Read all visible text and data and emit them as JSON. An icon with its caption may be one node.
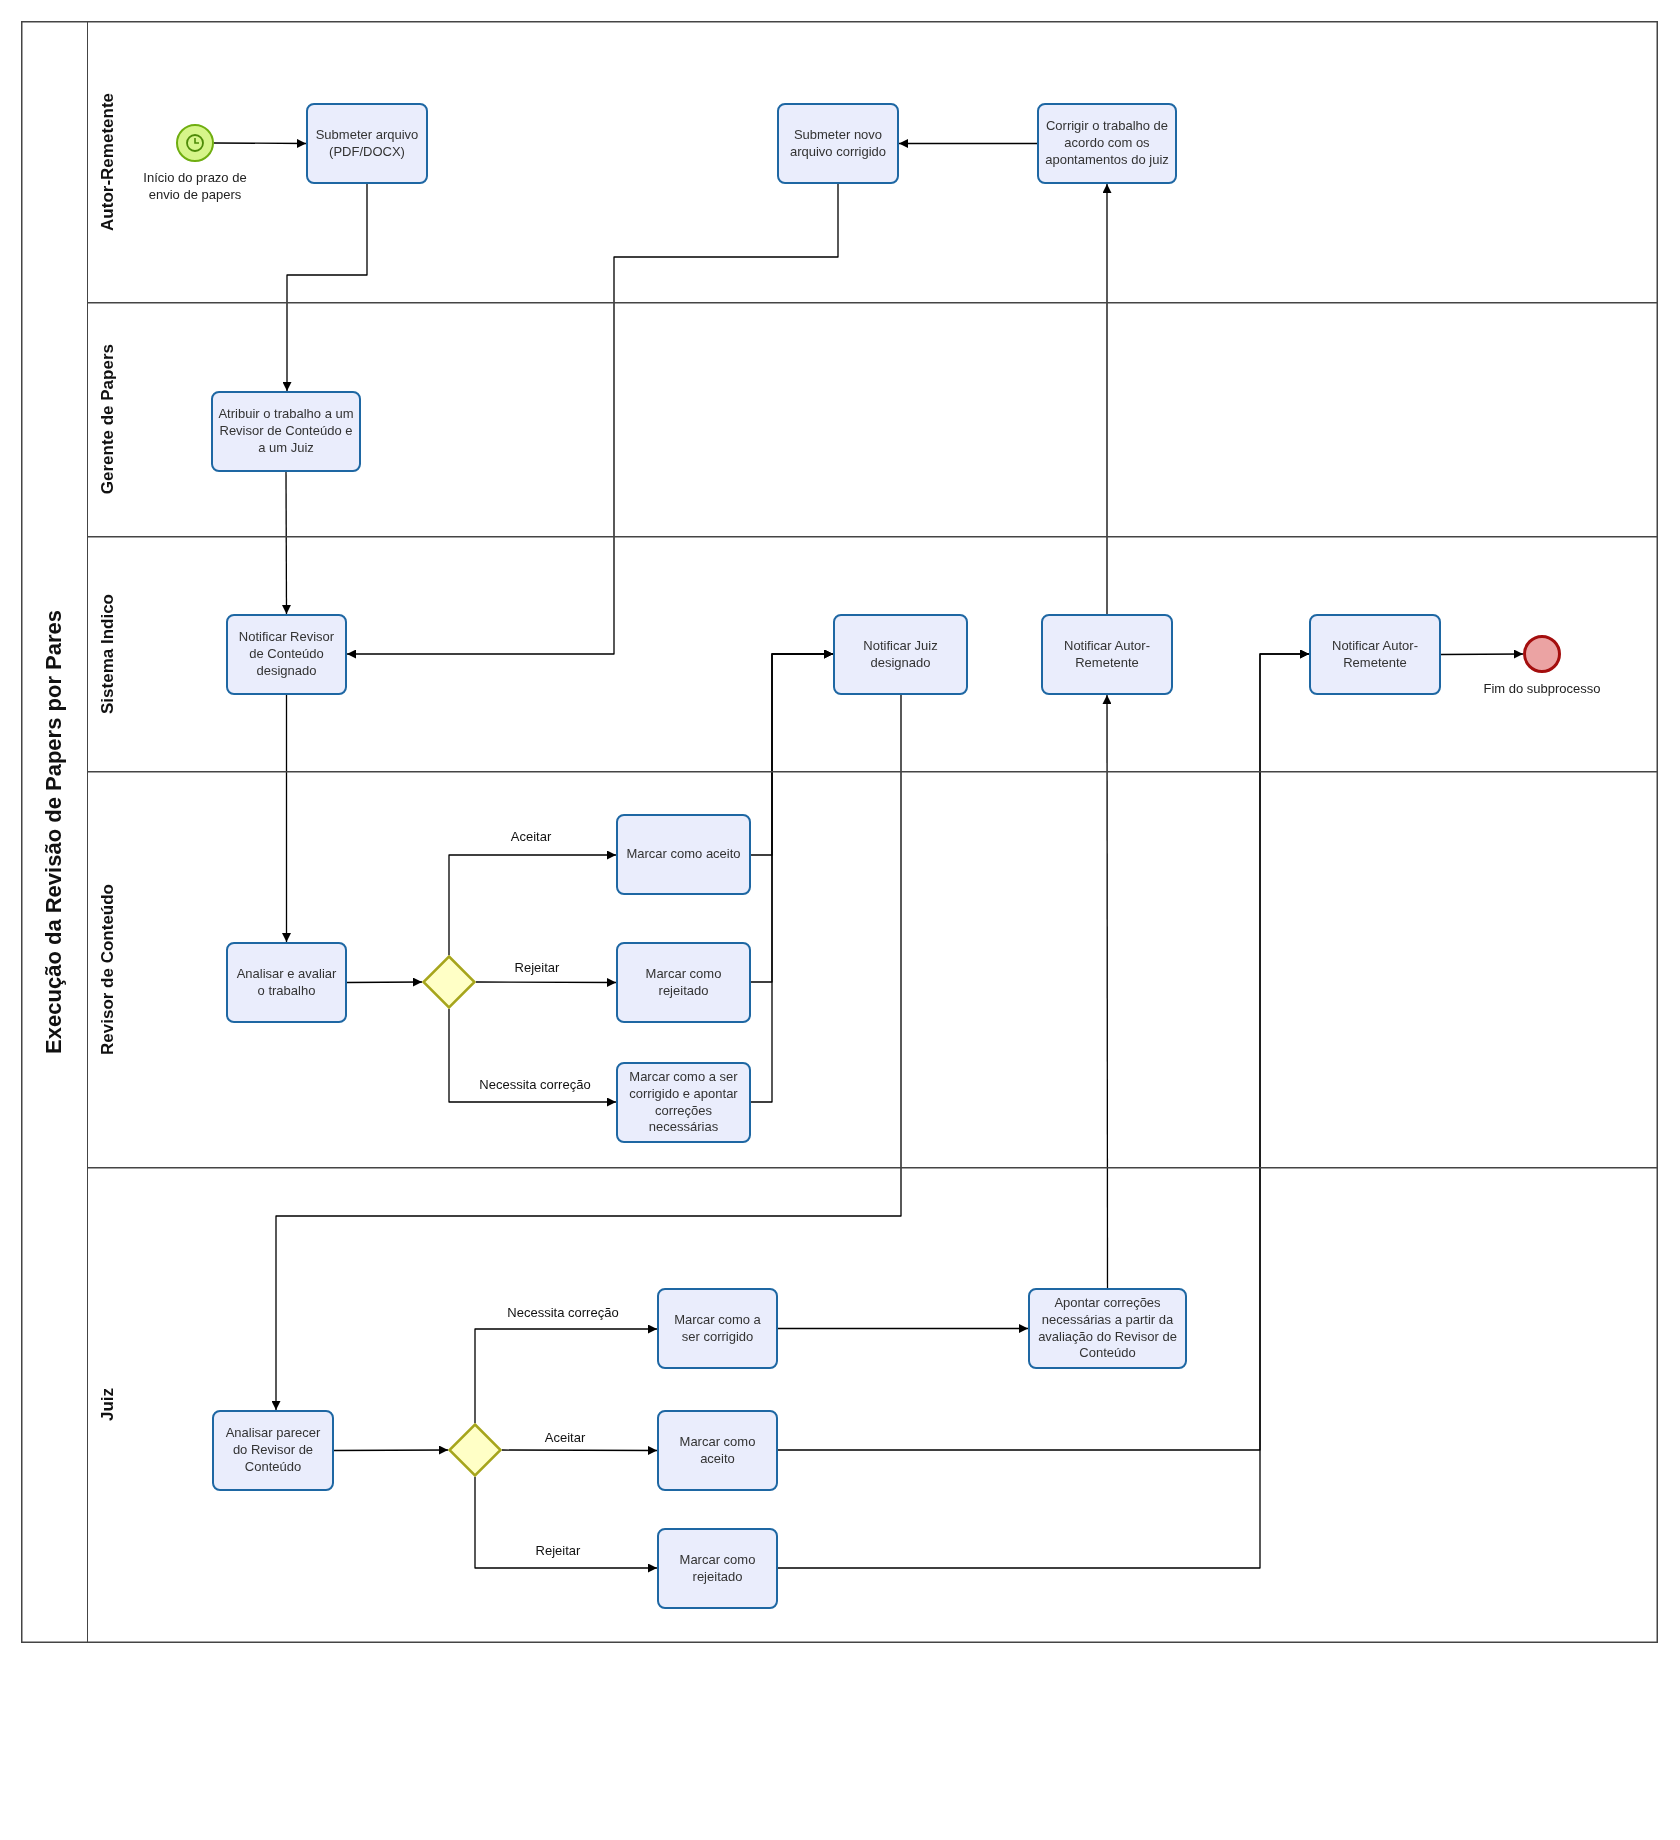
{
  "diagram": {
    "nodes": [
      {
        "text": [
          "Execução da Revisão de Papers por Pares"
        ]
      },
      {
        "text": [
          "Autor-Remetente"
        ],
        "in": 0
      },
      {
        "text": [
          "Gerente de Papers"
        ],
        "in": 0
      },
      {
        "text": [
          "Sistema Indico"
        ],
        "in": 0
      },
      {
        "text": [
          "Revisor de Conteúdo"
        ],
        "in": 0
      },
      {
        "text": [
          "Juiz"
        ],
        "in": 0
      },
      {
        "text": [],
        "shape": "circle",
        "beside": [
          "Início do prazo de envio de papers"
        ],
        "in": 1
      },
      {
        "text": [
          "Submeter arquivo (PDF/DOCX)"
        ],
        "in": 1
      },
      {
        "text": [
          "Submeter novo arquivo corrigido"
        ],
        "in": 1
      },
      {
        "text": [
          "Corrigir o trabalho de acordo com os apontamentos do juiz"
        ],
        "in": 1
      },
      {
        "text": [
          "Atribuir o trabalho a um Revisor de Conteúdo e a um Juiz"
        ],
        "in": 2
      },
      {
        "text": [
          "Notificar Revisor de Conteúdo designado"
        ],
        "in": 3
      },
      {
        "text": [
          "Notificar Juiz designado"
        ],
        "in": 3
      },
      {
        "text": [
          "Notificar Autor-Remetente"
        ],
        "in": 3
      },
      {
        "text": [
          "Notificar Autor-Remetente"
        ],
        "in": 3
      },
      {
        "text": [],
        "shape": "circle",
        "beside": [
          "Fim do subprocesso"
        ],
        "in": 3
      },
      {
        "text": [
          "Analisar e avaliar o trabalho"
        ],
        "in": 4
      },
      {
        "text": [],
        "shape": "diamond",
        "in": 4
      },
      {
        "text": [
          "Marcar como aceito"
        ],
        "in": 4
      },
      {
        "text": [
          "Marcar como rejeitado"
        ],
        "in": 4
      },
      {
        "text": [
          "Marcar como a ser corrigido e apontar correções necessárias"
        ],
        "in": 4
      },
      {
        "text": [
          "Analisar parecer do Revisor de Conteúdo"
        ],
        "in": 5
      },
      {
        "text": [],
        "shape": "diamond",
        "in": 5
      },
      {
        "text": [
          "Marcar como a ser corrigido"
        ],
        "in": 5
      },
      {
        "text": [
          "Apontar correções necessárias a partir da avaliação do Revisor de Conteúdo"
        ],
        "in": 5
      },
      {
        "text": [
          "Marcar como aceito"
        ],
        "in": 5
      },
      {
        "text": [
          "Marcar como rejeitado"
        ],
        "in": 5
      }
    ],
    "edges": [
      {
        "from": 6,
        "to": 7,
        "arrow": "to"
      },
      {
        "from": 7,
        "to": 10,
        "arrow": "to"
      },
      {
        "from": 10,
        "to": 11,
        "arrow": "to"
      },
      {
        "from": 9,
        "to": 8,
        "arrow": "to"
      },
      {
        "from": 8,
        "to": 11,
        "arrow": "to"
      },
      {
        "from": 11,
        "to": 16,
        "arrow": "to"
      },
      {
        "from": 16,
        "to": 17,
        "arrow": "to"
      },
      {
        "from": 17,
        "to": 18,
        "arrow": "to",
        "label": "Aceitar"
      },
      {
        "from": 17,
        "to": 19,
        "arrow": "to",
        "label": "Rejeitar"
      },
      {
        "from": 17,
        "to": 20,
        "arrow": "to",
        "label": "Necessita correção"
      },
      {
        "from": 18,
        "to": 12,
        "arrow": "to"
      },
      {
        "from": 19,
        "to": 12,
        "arrow": "to"
      },
      {
        "from": 20,
        "to": 12,
        "arrow": "to"
      },
      {
        "from": 12,
        "to": 21,
        "arrow": "to"
      },
      {
        "from": 21,
        "to": 22,
        "arrow": "to"
      },
      {
        "from": 22,
        "to": 23,
        "arrow": "to",
        "label": "Necessita correção"
      },
      {
        "from": 22,
        "to": 25,
        "arrow": "to",
        "label": "Aceitar"
      },
      {
        "from": 22,
        "to": 26,
        "arrow": "to",
        "label": "Rejeitar"
      },
      {
        "from": 23,
        "to": 24,
        "arrow": "to"
      },
      {
        "from": 24,
        "to": 13,
        "arrow": "to"
      },
      {
        "from": 13,
        "to": 9,
        "arrow": "to"
      },
      {
        "from": 25,
        "to": 14,
        "arrow": "to"
      },
      {
        "from": 26,
        "to": 14,
        "arrow": "to"
      },
      {
        "from": 14,
        "to": 15,
        "arrow": "to"
      }
    ]
  }
}
